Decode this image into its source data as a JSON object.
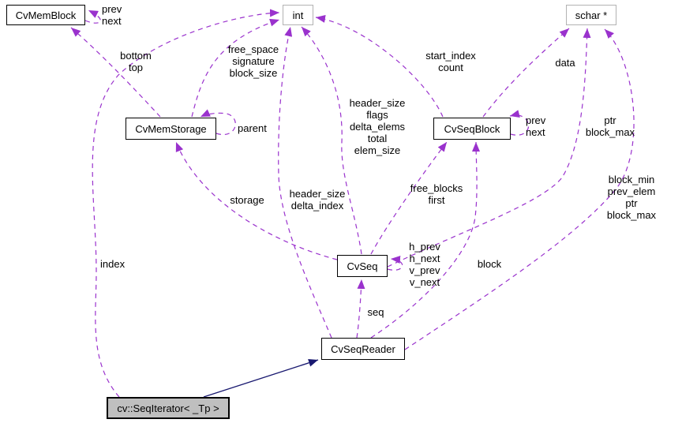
{
  "diagram": {
    "type": "collaboration-graph",
    "nodes": {
      "cvmemblock": {
        "label": "CvMemBlock"
      },
      "int_type": {
        "label": "int"
      },
      "schar_ptr": {
        "label": "schar *"
      },
      "cvmemstorage": {
        "label": "CvMemStorage"
      },
      "cvseqblock": {
        "label": "CvSeqBlock"
      },
      "cvseq": {
        "label": "CvSeq"
      },
      "cvseqreader": {
        "label": "CvSeqReader"
      },
      "seqiterator": {
        "label": "cv::SeqIterator< _Tp >"
      }
    },
    "edge_labels": {
      "memblock_self": "prev\nnext",
      "bottom_top": "bottom\ntop",
      "free_space": "free_space\nsignature\nblock_size",
      "start_index": "start_index\ncount",
      "data": "data",
      "header_flags": "header_size\nflags\ndelta_elems\ntotal\nelem_size",
      "parent": "parent",
      "seqblock_self": "prev\nnext",
      "ptr_blockmax": "ptr\nblock_max",
      "storage": "storage",
      "header_delta": "header_size\ndelta_index",
      "free_blocks": "free_blocks\nfirst",
      "blockmin": "block_min\nprev_elem\nptr\nblock_max",
      "hv_links": "h_prev\nh_next\nv_prev\nv_next",
      "block": "block",
      "seq": "seq",
      "index": "index"
    },
    "colors": {
      "usage_edge": "#9a32cd",
      "inheritance_edge": "#191970",
      "selected_fill": "#bfbfbf",
      "node_border": "#000000",
      "builtin_border": "#b2b2b2",
      "background": "#ffffff"
    }
  }
}
